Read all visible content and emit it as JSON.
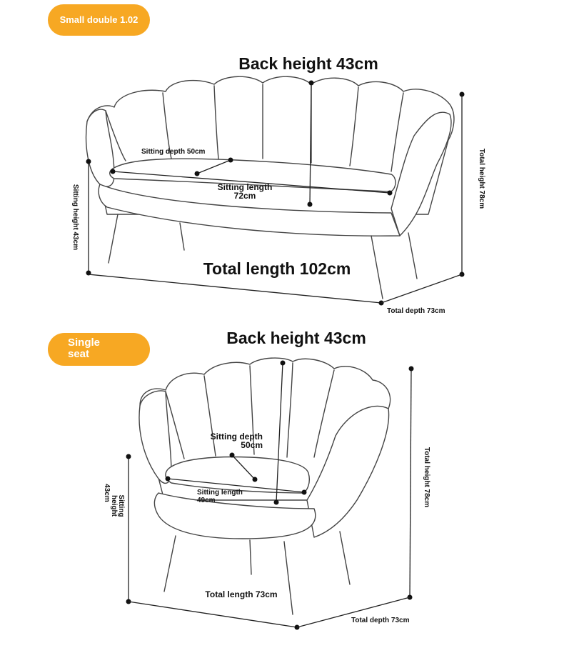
{
  "sofa": {
    "badge": "Small double 1.02",
    "back_height": "Back height 43cm",
    "sitting_depth": "Sitting depth 50cm",
    "sitting_length_line1": "Sitting length",
    "sitting_length_line2": "72cm",
    "sitting_height": "Sitting height 43cm",
    "total_height": "Total height 78cm",
    "total_length": "Total length 102cm",
    "total_depth": "Total depth 73cm"
  },
  "single": {
    "badge_line1": "Single",
    "badge_line2": "seat",
    "back_height": "Back height 43cm",
    "sitting_depth_line1": "Sitting depth",
    "sitting_depth_line2": "50cm",
    "sitting_length_line1": "Sitting length",
    "sitting_length_line2": "49cm",
    "sitting_height_line1": "Sitting",
    "sitting_height_line2": "height",
    "sitting_height_line3": "43cm",
    "total_height": "Total height 78cm",
    "total_length": "Total length 73cm",
    "total_depth": "Total depth 73cm"
  }
}
